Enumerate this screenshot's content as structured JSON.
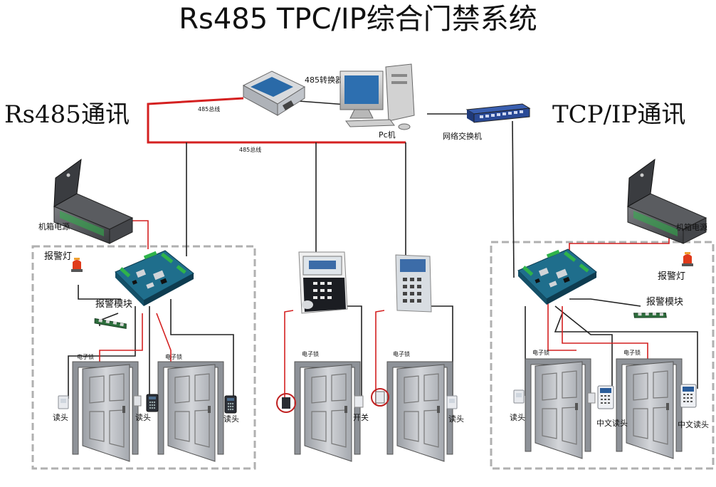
{
  "title": "Rs485  TPC/IP综合门禁系统",
  "left_heading": "Rs485通讯",
  "right_heading": "TCP/IP通讯",
  "labels": {
    "converter": "485转换器",
    "bus_top": "485总线",
    "bus_bottom": "485总线",
    "pc": "Pc机",
    "switch": "网络交换机",
    "power_left": "机箱电源",
    "power_right": "机箱电源",
    "alarm_light_left": "报警灯",
    "alarm_light_right": "报警灯",
    "alarm_module_left": "报警模块",
    "alarm_module_right": "报警模块",
    "reader_l1": "读头",
    "reader_l2": "读头",
    "reader_l3": "读头",
    "switch_button": "开关",
    "reader_c": "读头",
    "reader_r1": "读头",
    "reader_cn_r1": "中文读头",
    "reader_cn_r2": "中文读头",
    "lock": "电子锁"
  },
  "colors": {
    "rs485_bus": "#d42020",
    "network_line": "#222222",
    "board": "#1f6e8c",
    "panel_frame": "#b0b0b0",
    "door": "#c6c8cc"
  }
}
